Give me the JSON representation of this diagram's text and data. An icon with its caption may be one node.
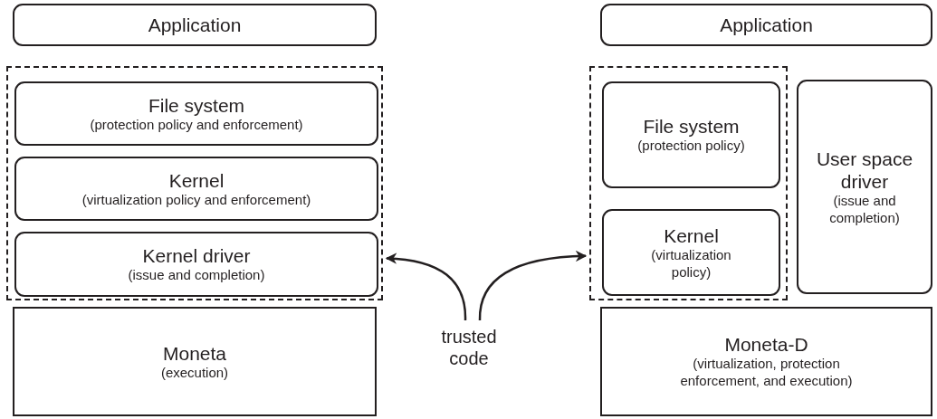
{
  "diagram": {
    "nodes": [
      {
        "text": [
          "Application"
        ]
      },
      {
        "text": [],
        "shape": "box"
      },
      {
        "text": [
          "File system",
          "(protection policy and enforcement)"
        ],
        "in": 1
      },
      {
        "text": [
          "Kernel",
          "(virtualization policy and enforcement)"
        ],
        "in": 1
      },
      {
        "text": [
          "Kernel driver",
          "(issue and completion)"
        ],
        "in": 1
      },
      {
        "text": [
          "Moneta",
          "(execution)"
        ]
      },
      {
        "text": [
          "trusted code"
        ]
      },
      {
        "text": [
          "Application"
        ]
      },
      {
        "text": [],
        "shape": "box"
      },
      {
        "text": [
          "File system",
          "(protection policy)"
        ],
        "in": 8
      },
      {
        "text": [
          "Kernel",
          "(virtualization policy)"
        ],
        "in": 8
      },
      {
        "text": [
          "User space driver",
          "(issue and completion)"
        ]
      },
      {
        "text": [
          "Moneta-D",
          "(virtualization, protection enforcement, and execution)"
        ]
      }
    ],
    "edges": [
      {
        "from": 6,
        "to": 1,
        "arrow": "to"
      },
      {
        "from": 6,
        "to": 8,
        "arrow": "to"
      }
    ]
  }
}
